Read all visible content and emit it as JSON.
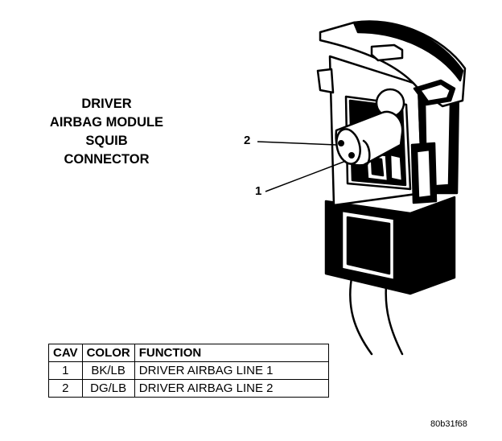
{
  "title_lines": [
    "DRIVER",
    "AIRBAG MODULE",
    "SQUIB",
    "CONNECTOR"
  ],
  "callouts": [
    "2",
    "1"
  ],
  "table": {
    "headers": [
      "CAV",
      "COLOR",
      "FUNCTION"
    ],
    "rows": [
      [
        "1",
        "BK/LB",
        "DRIVER AIRBAG LINE 1"
      ],
      [
        "2",
        "DG/LB",
        "DRIVER AIRBAG LINE 2"
      ]
    ]
  },
  "figure_id": "80b31f68"
}
